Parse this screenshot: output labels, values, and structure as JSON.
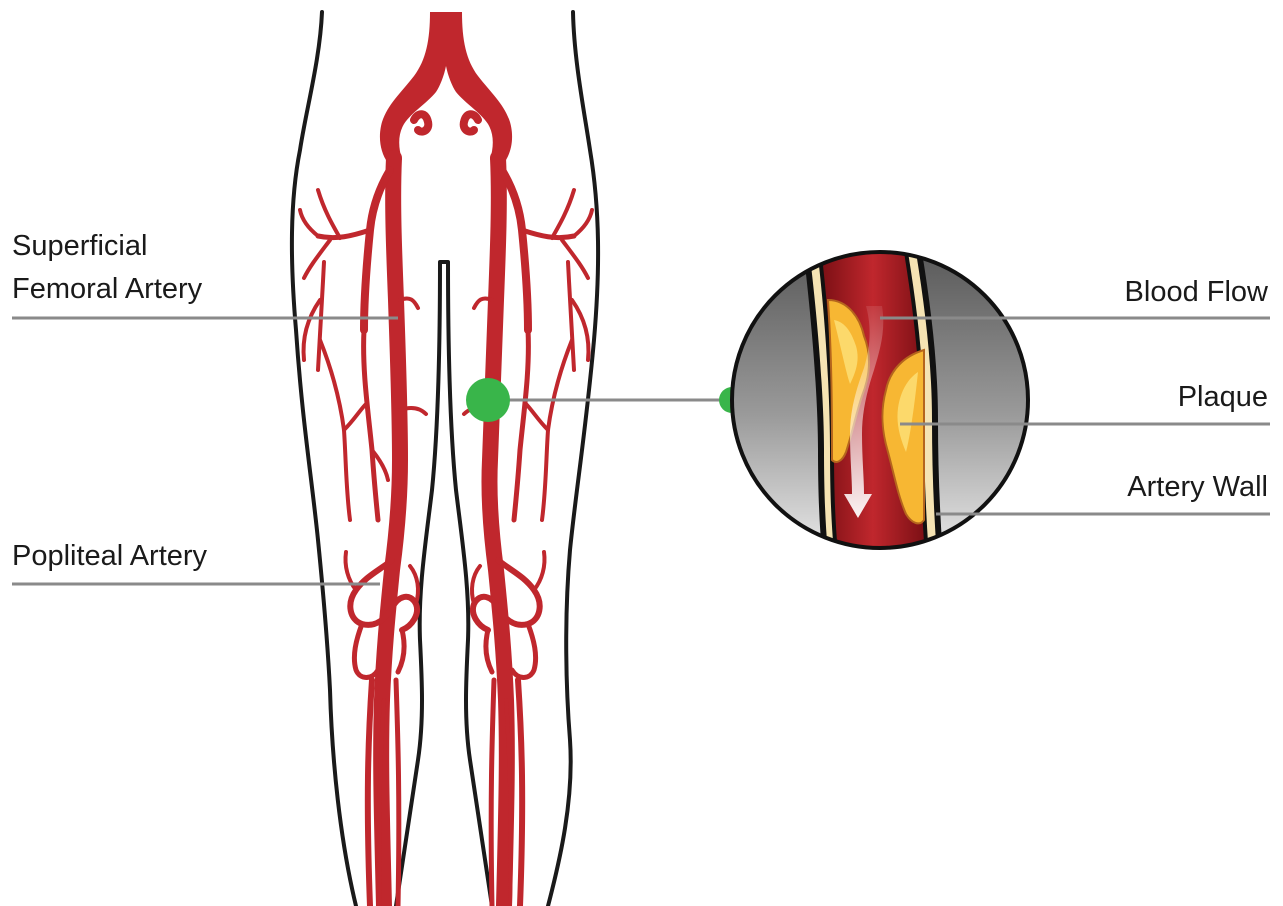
{
  "labels": {
    "superficial_femoral_line1": "Superficial",
    "superficial_femoral_line2": "Femoral Artery",
    "popliteal": "Popliteal Artery",
    "blood_flow": "Blood Flow",
    "plaque": "Plaque",
    "artery_wall": "Artery Wall"
  },
  "colors": {
    "artery_red": "#c0272d",
    "marker_green": "#39b54a",
    "plaque_yellow": "#f7b733",
    "wall_cream": "#f5e3b3",
    "leader_gray": "#8a8a8a",
    "outline_black": "#1a1a1a"
  }
}
